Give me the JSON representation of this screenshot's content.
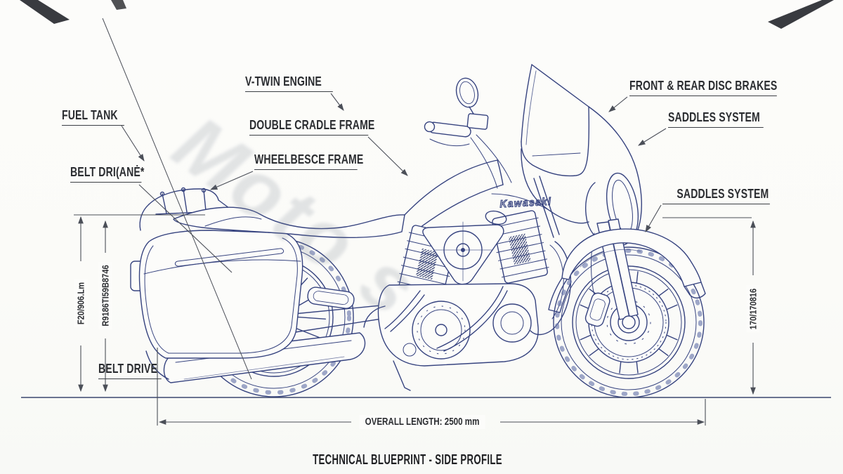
{
  "title": "TECHNICAL BLUEPRINT - SIDE PROFILE",
  "logo": "Kawasaki",
  "watermark": "Moto s",
  "colors": {
    "line": "#36437f",
    "leader": "#4b4f58",
    "label_text": "#2b2d31",
    "paper": "#fcfcfa"
  },
  "labels": {
    "fuel_tank": "FUEL TANK",
    "belt_drive_upper": "BELT DRI(ANĖ*",
    "v_twin_engine": "V-TWIN ENGINE",
    "double_cradle_frame": "DOUBLE CRADLE FRAME",
    "wheelbase_frame": "WHEELBESCE FRAME",
    "front_rear_disc_brakes": "FRONT & REAR DISC BRAKES",
    "saddles_system_upper": "SADDLES SYSTEM",
    "saddles_system_lower": "SADDLES SYSTEM",
    "belt_drive_lower": "BELT DRIVE"
  },
  "dimensions": {
    "overall_length": "OVERALL LENGTH: 2500 mm",
    "left_outer_height": "F20/906.Lm",
    "left_inner_height": "R9186TI59B8746",
    "right_height": "170/170816"
  }
}
